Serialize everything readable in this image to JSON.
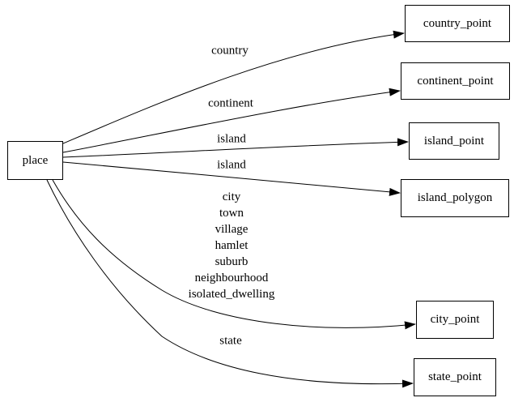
{
  "diagram": {
    "background_color": "#ffffff",
    "line_color": "#000000",
    "text_color": "#000000",
    "nodes": [
      {
        "id": "place",
        "label": "place"
      },
      {
        "id": "country_point",
        "label": "country_point"
      },
      {
        "id": "continent_point",
        "label": "continent_point"
      },
      {
        "id": "island_point",
        "label": "island_point"
      },
      {
        "id": "island_polygon",
        "label": "island_polygon"
      },
      {
        "id": "city_point",
        "label": "city_point"
      },
      {
        "id": "state_point",
        "label": "state_point"
      }
    ],
    "edges": [
      {
        "from": "place",
        "to": "country_point",
        "label": "country"
      },
      {
        "from": "place",
        "to": "continent_point",
        "label": "continent"
      },
      {
        "from": "place",
        "to": "island_point",
        "label": "island"
      },
      {
        "from": "place",
        "to": "island_polygon",
        "label": "island"
      },
      {
        "from": "place",
        "to": "city_point",
        "label_lines": [
          "city",
          "town",
          "village",
          "hamlet",
          "suburb",
          "neighbourhood",
          "isolated_dwelling"
        ]
      },
      {
        "from": "place",
        "to": "state_point",
        "label": "state"
      }
    ]
  }
}
